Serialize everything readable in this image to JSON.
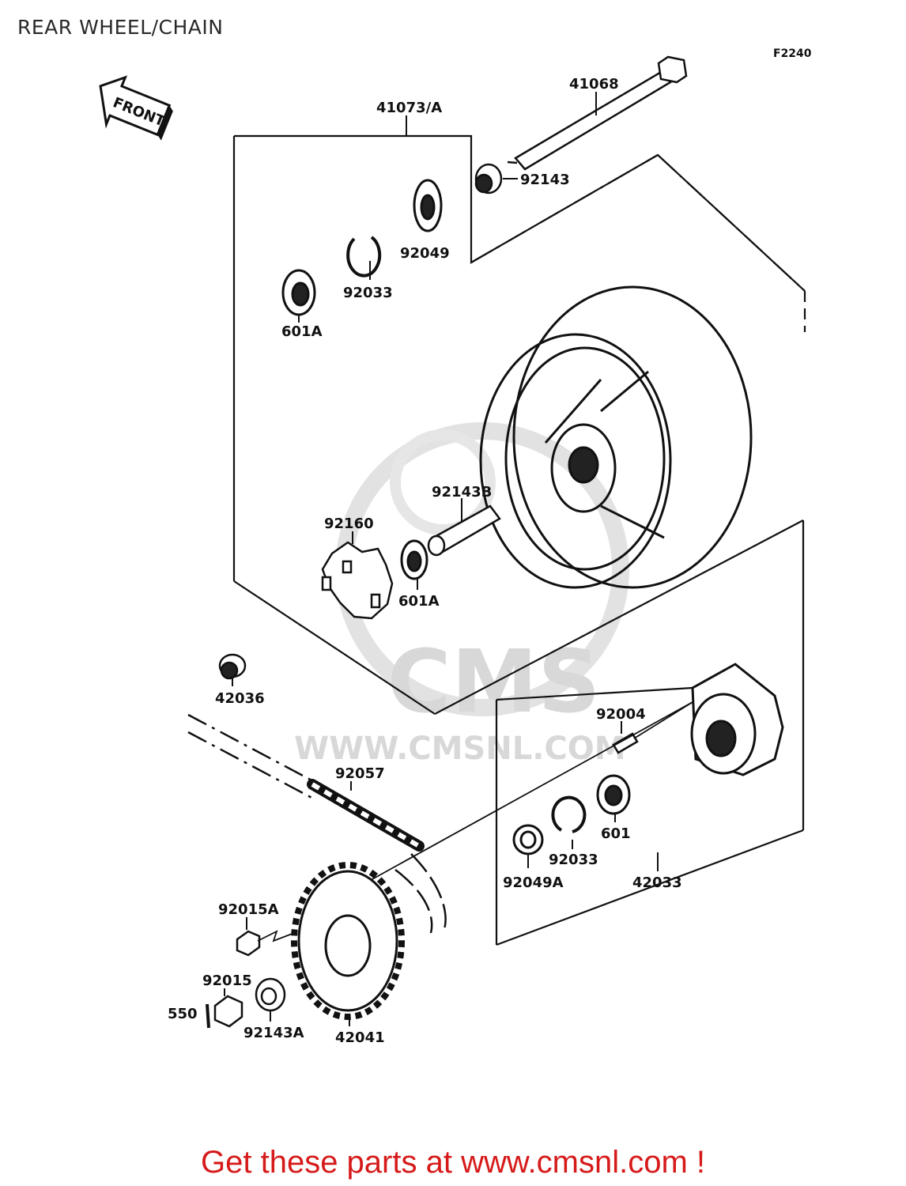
{
  "title": "REAR WHEEL/CHAIN",
  "diagram_code": "F2240",
  "front_arrow_label": "FRONT",
  "watermark": {
    "brand": "CMS",
    "url": "WWW.CMSNL.COM"
  },
  "parts": {
    "p41068": "41068",
    "p41073A": "41073/A",
    "p92143": "92143",
    "p92049": "92049",
    "p92033_top": "92033",
    "p601A_top": "601A",
    "p92143B": "92143B",
    "p92160": "92160",
    "p601A_mid": "601A",
    "p42036": "42036",
    "p92004": "92004",
    "p92057": "92057",
    "p601": "601",
    "p92033_low": "92033",
    "p92049A": "92049A",
    "p42033": "42033",
    "p92015A": "92015A",
    "p92015": "92015",
    "p550": "550",
    "p92143A": "92143A",
    "p42041": "42041"
  },
  "call_to_action": "Get these parts at www.cmsnl.com !"
}
